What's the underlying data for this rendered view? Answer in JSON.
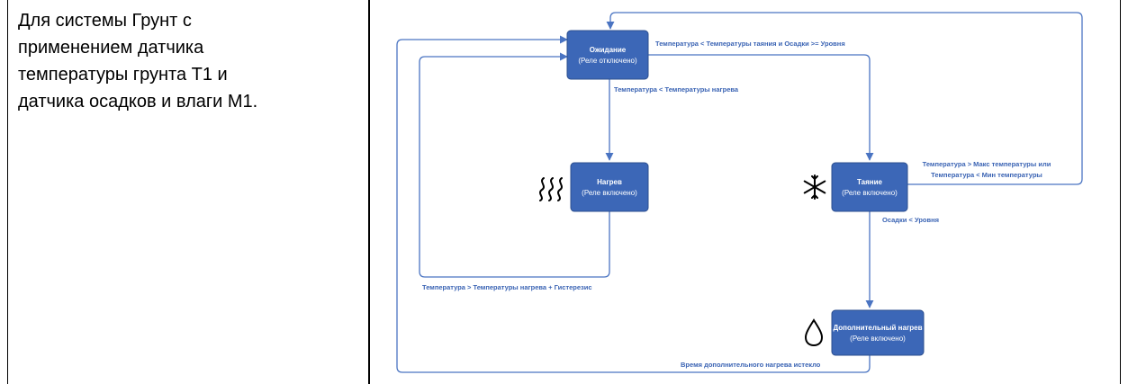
{
  "left_cell": {
    "description": "Для системы Грунт с\nприменением датчика\nтемпературы грунта Т1 и\nдатчика осадков и влаги М1."
  },
  "states": {
    "waiting": {
      "title": "Ожидание",
      "subtitle": "(Реле отключено)"
    },
    "heating": {
      "title": "Нагрев",
      "subtitle": "(Реле включено)"
    },
    "melting": {
      "title": "Таяние",
      "subtitle": "(Реле включено)"
    },
    "extra_heating": {
      "title": "Дополнительный нагрев",
      "subtitle": "(Реле включено)"
    }
  },
  "icons": {
    "heating": "heat-waves-icon",
    "melting": "snowflake-icon",
    "extra_heating": "water-drop-icon"
  },
  "transitions": {
    "waiting_to_melting": "Температура < Температуры таяния и Осадки >= Уровня",
    "waiting_to_heating": "Температура < Температуры нагрева",
    "heating_to_waiting": "Температура > Температуры нагрева + Гистерезис",
    "melting_to_waiting_line1": "Температура > Макс температуры или",
    "melting_to_waiting_line2": "Температура < Мин температуры",
    "melting_to_extra": "Осадки < Уровня",
    "extra_to_waiting": "Время дополнительного нагрева истекло"
  },
  "colors": {
    "node_fill": "#3c67b7",
    "edge": "#4a74c2",
    "label": "#3b64b4"
  }
}
